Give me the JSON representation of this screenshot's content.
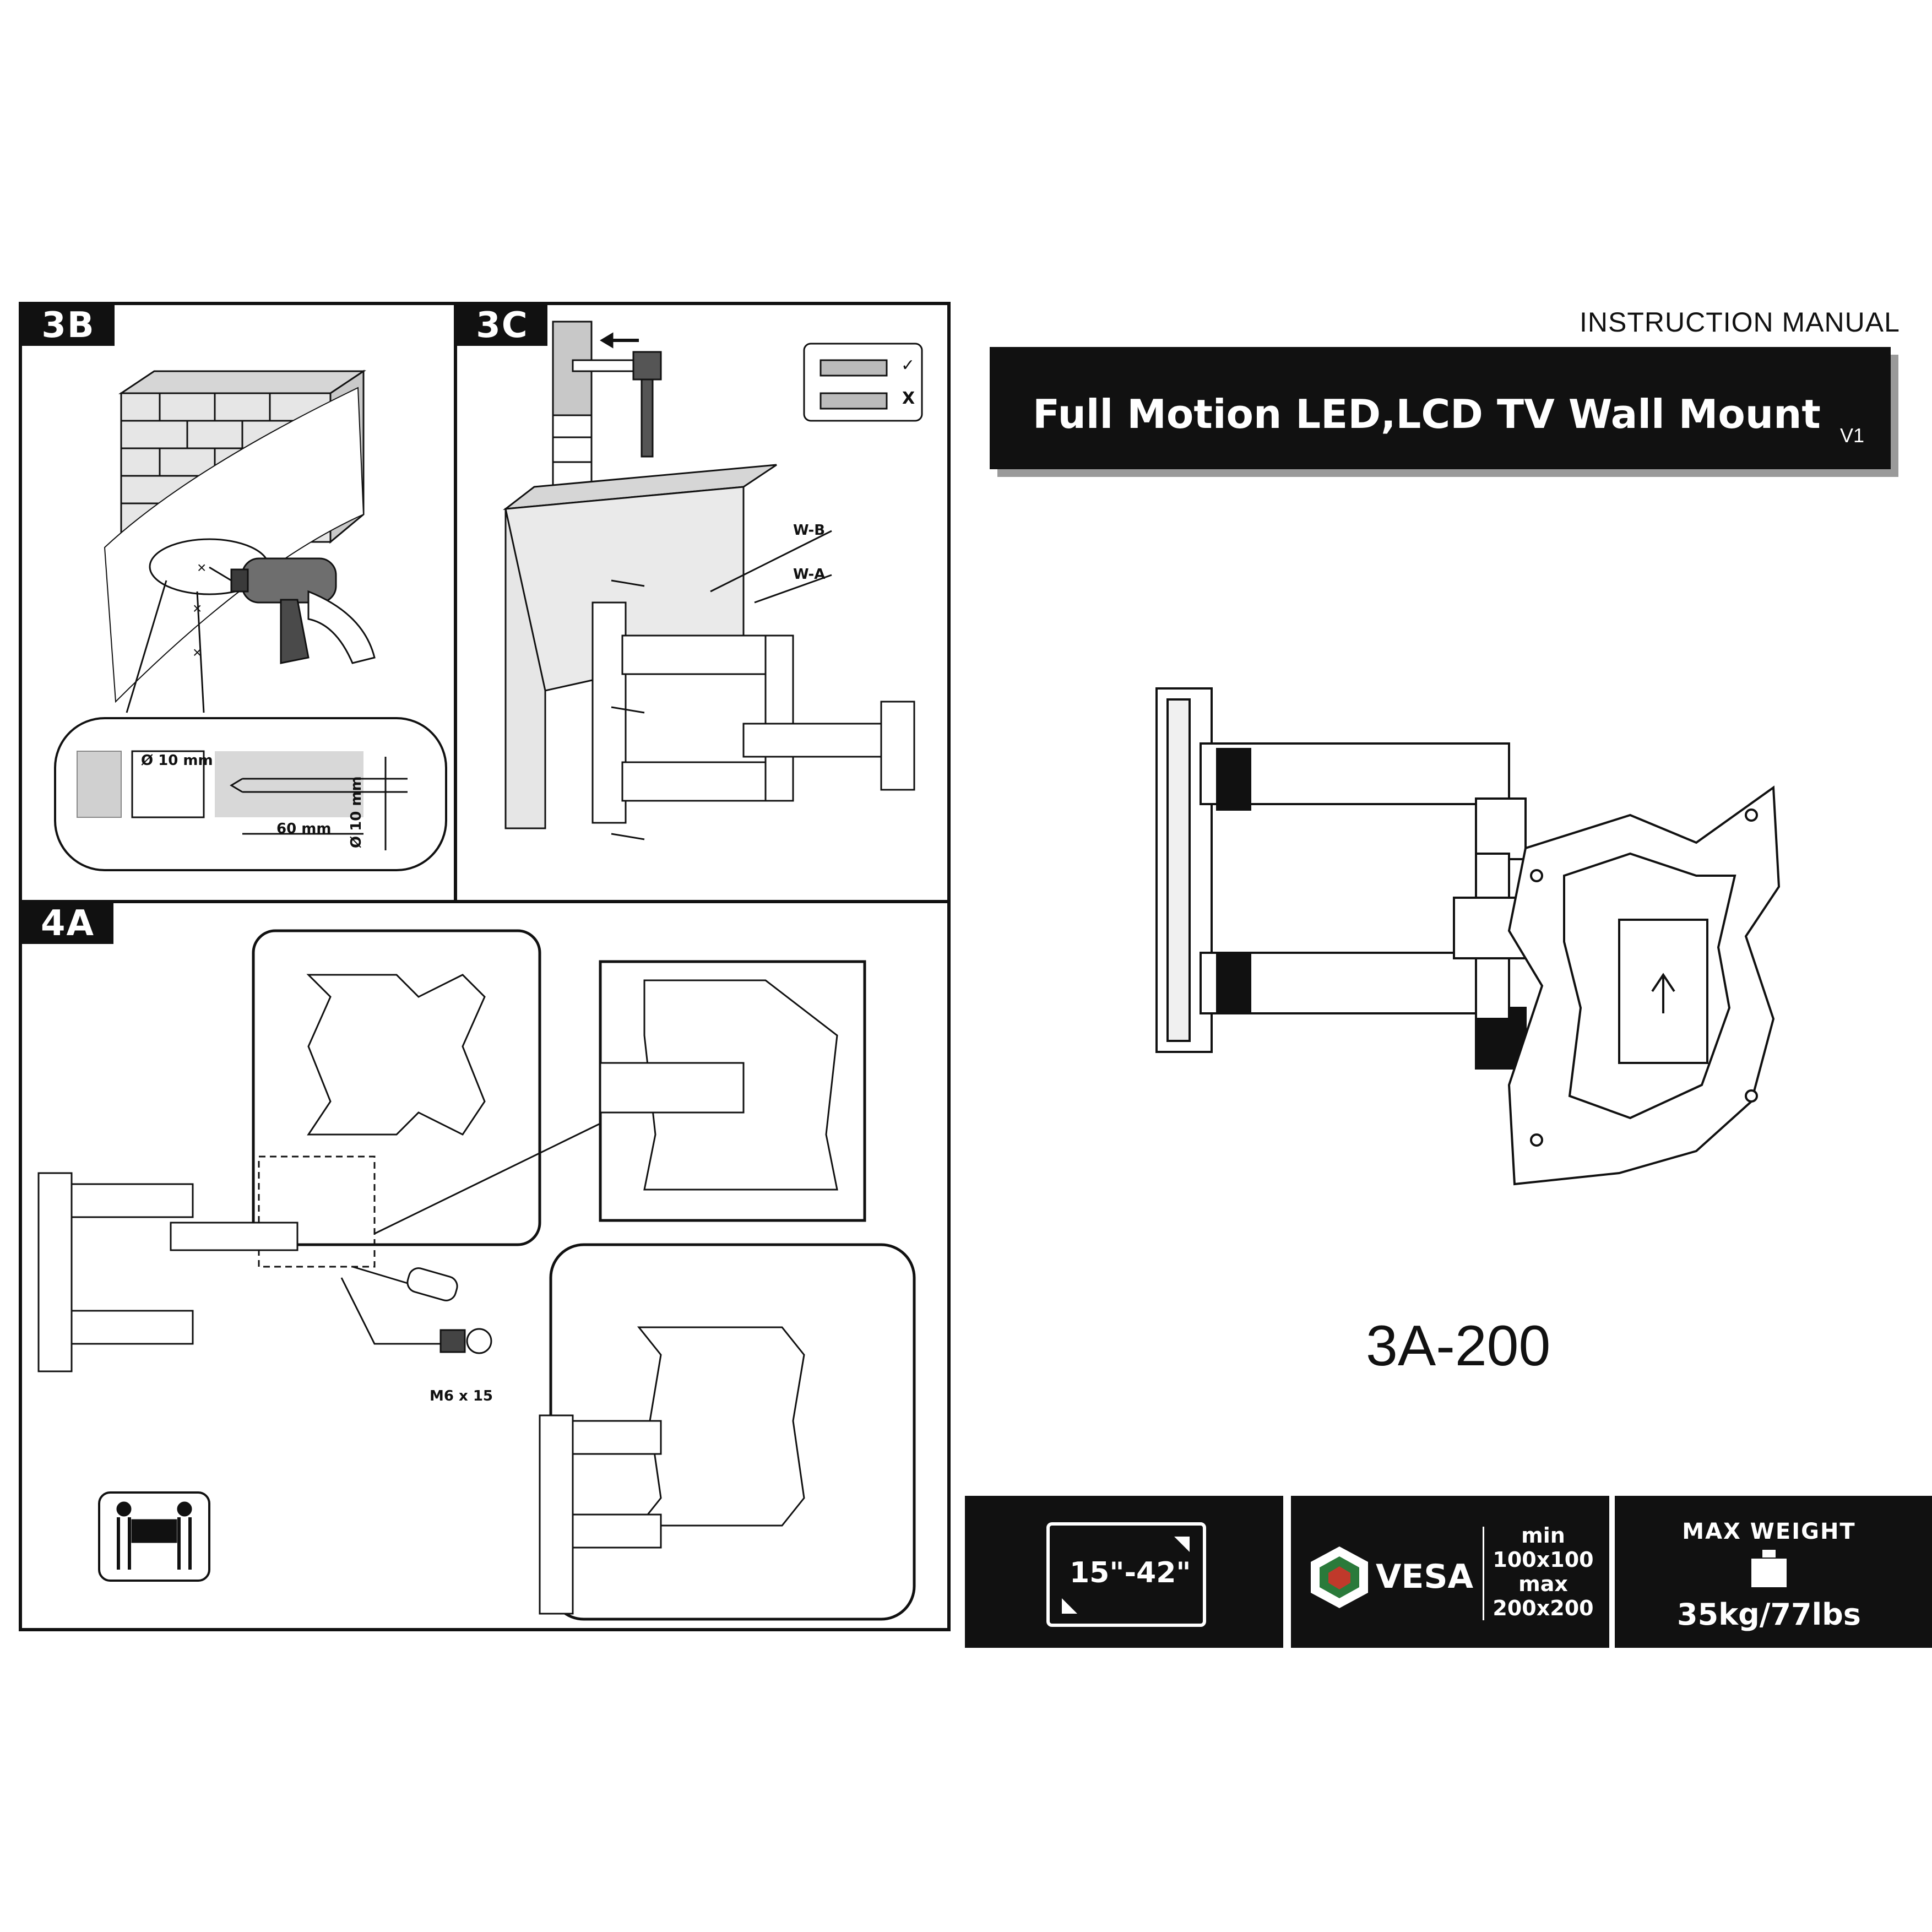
{
  "header": {
    "manual_label": "INSTRUCTION MANUAL",
    "title": "Full Motion LED,LCD TV Wall Mount",
    "version": "V1"
  },
  "model": "3A-200",
  "steps": {
    "step_3b": {
      "tag": "3B",
      "bit_diameter_label": "Ø 10 mm",
      "depth_label": "60 mm",
      "hole_diameter_label": "Ø 10 mm"
    },
    "step_3c": {
      "tag": "3C",
      "label_wb": "W-B",
      "label_wa": "W-A",
      "correct_mark": "✓",
      "wrong_mark": "X"
    },
    "step_4a": {
      "tag": "4A",
      "screw_label": "M6 x 15"
    }
  },
  "specs": {
    "screen_size": "15\"-42\"",
    "vesa_label": "VESA",
    "vesa_min_label": "min",
    "vesa_min_value": "100x100",
    "vesa_max_label": "max",
    "vesa_max_value": "200x200",
    "max_weight_label": "MAX WEIGHT",
    "max_weight_value": "35kg/77lbs"
  },
  "icons": [
    "drill-icon",
    "hammer-icon",
    "anchor-plug-icon",
    "screwdriver-icon",
    "screw-icon",
    "two-person-lift-icon",
    "weight-icon",
    "vesa-logo-icon"
  ]
}
